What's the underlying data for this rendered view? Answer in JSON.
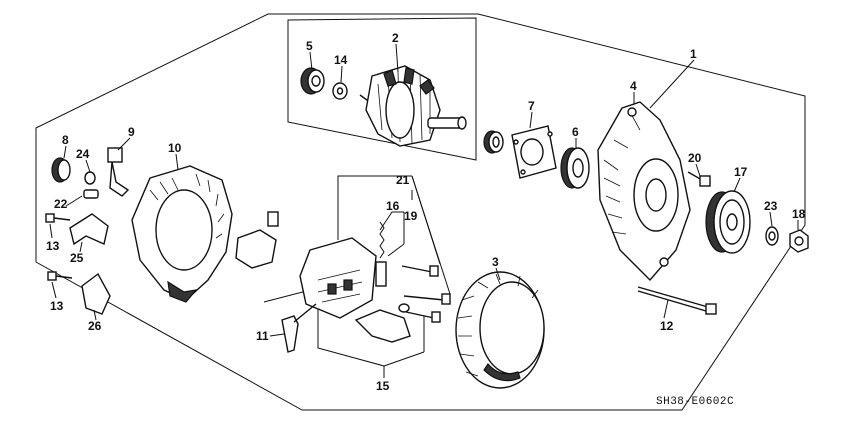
{
  "diagram": {
    "code": "SH38-E0602C",
    "callouts": [
      "1",
      "2",
      "3",
      "4",
      "5",
      "6",
      "7",
      "8",
      "9",
      "10",
      "11",
      "12",
      "13",
      "13",
      "14",
      "15",
      "16",
      "17",
      "18",
      "19",
      "20",
      "21",
      "22",
      "23",
      "24",
      "25",
      "26"
    ]
  }
}
